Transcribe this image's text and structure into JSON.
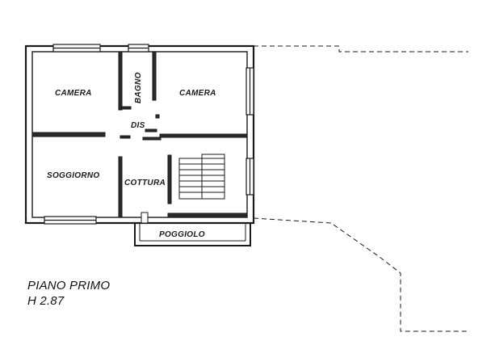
{
  "plan": {
    "rooms": {
      "camera_left": "CAMERA",
      "bagno": "BAGNO",
      "camera_right": "CAMERA",
      "dis": "DIS",
      "soggiorno": "SOGGIORNO",
      "cottura": "COTTURA",
      "poggiolo": "POGGIOLO"
    },
    "caption": {
      "title": "PIANO PRIMO",
      "height": "H 2.87"
    },
    "colors": {
      "wall": "#1a1a1a",
      "background": "#ffffff",
      "wall_fill": "#2a2a2a"
    }
  }
}
